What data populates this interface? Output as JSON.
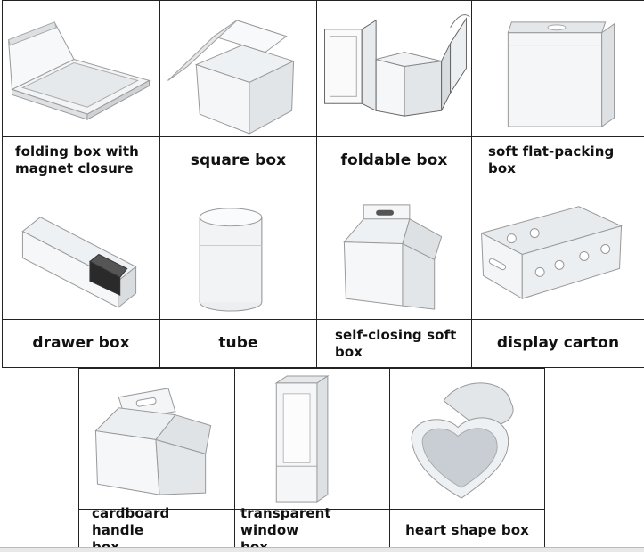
{
  "items": [
    {
      "label": "folding box with\nmagnet closure",
      "icon": "folding-box-magnet-icon"
    },
    {
      "label": "square box",
      "icon": "square-box-icon"
    },
    {
      "label": "foldable box",
      "icon": "foldable-box-icon"
    },
    {
      "label": "soft flat-packing\nbox",
      "icon": "soft-flat-packing-box-icon"
    },
    {
      "label": "drawer box",
      "icon": "drawer-box-icon"
    },
    {
      "label": "tube",
      "icon": "tube-icon"
    },
    {
      "label": "self-closing soft\nbox",
      "icon": "self-closing-soft-box-icon"
    },
    {
      "label": "display carton",
      "icon": "display-carton-icon"
    },
    {
      "label": "cardboard handle\nbox",
      "icon": "cardboard-handle-box-icon"
    },
    {
      "label": "transparent window\nbox",
      "icon": "transparent-window-box-icon"
    },
    {
      "label": "heart shape box",
      "icon": "heart-shape-box-icon"
    }
  ]
}
